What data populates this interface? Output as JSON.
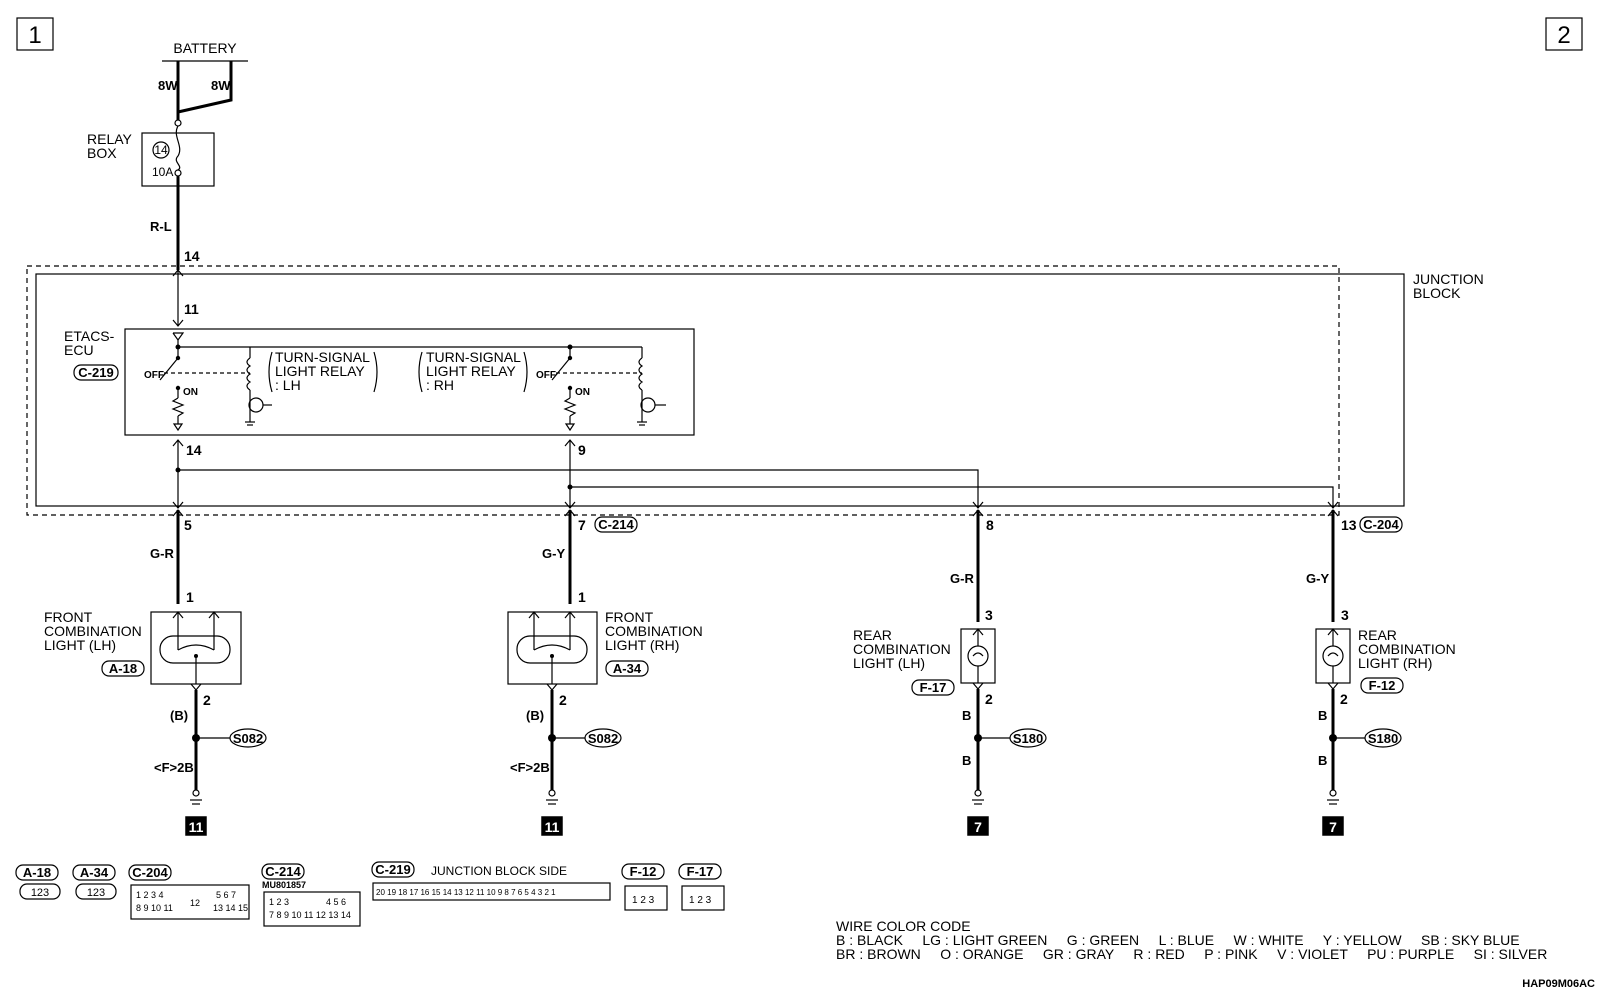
{
  "page_markers": {
    "left": "1",
    "right": "2"
  },
  "battery": {
    "label": "BATTERY",
    "wire_left": "8W",
    "wire_right": "8W"
  },
  "relay_box": {
    "label_line1": "RELAY",
    "label_line2": "BOX",
    "fuse_number": "14",
    "fuse_rating": "10A"
  },
  "feed": {
    "wire_color": "R-L",
    "pin_in": "14",
    "pin_ecu_in": "11"
  },
  "junction_block": {
    "label_line1": "JUNCTION",
    "label_line2": "BLOCK"
  },
  "etacs": {
    "label_line1": "ETACS-",
    "label_line2": "ECU",
    "connector": "C-219",
    "off_left": "OFF",
    "on_left": "ON",
    "off_right": "OFF",
    "on_right": "ON",
    "relay_lh_line1": "TURN-SIGNAL",
    "relay_lh_line2": "LIGHT RELAY",
    "relay_lh_line3": ": LH",
    "relay_rh_line1": "TURN-SIGNAL",
    "relay_rh_line2": "LIGHT RELAY",
    "relay_rh_line3": ": RH",
    "pin_lh": "14",
    "pin_rh": "9"
  },
  "circuits": [
    {
      "pin_jb": "5",
      "jb_connector": "",
      "wire": "G-R",
      "pin_top": "1",
      "name_line1": "FRONT",
      "name_line2": "COMBINATION",
      "name_line3": "LIGHT (LH)",
      "connector": "A-18",
      "pin_bottom": "2",
      "wire_bottom": "(B)",
      "splice": "S082",
      "wire_ground": "<F>2B",
      "ground_ref": "11"
    },
    {
      "pin_jb": "7",
      "jb_connector": "C-214",
      "wire": "G-Y",
      "pin_top": "1",
      "name_line1": "FRONT",
      "name_line2": "COMBINATION",
      "name_line3": "LIGHT (RH)",
      "connector": "A-34",
      "pin_bottom": "2",
      "wire_bottom": "(B)",
      "splice": "S082",
      "wire_ground": "<F>2B",
      "ground_ref": "11"
    },
    {
      "pin_jb": "8",
      "jb_connector": "",
      "wire": "G-R",
      "pin_top": "3",
      "name_line1": "REAR",
      "name_line2": "COMBINATION",
      "name_line3": "LIGHT (LH)",
      "connector": "F-17",
      "pin_bottom": "2",
      "wire_bottom": "B",
      "splice": "S180",
      "wire_ground": "B",
      "ground_ref": "7"
    },
    {
      "pin_jb": "13",
      "jb_connector": "C-204",
      "wire": "G-Y",
      "pin_top": "3",
      "name_line1": "REAR",
      "name_line2": "COMBINATION",
      "name_line3": "LIGHT (RH)",
      "connector": "F-12",
      "pin_bottom": "2",
      "wire_bottom": "B",
      "splice": "S180",
      "wire_ground": "B",
      "ground_ref": "7"
    }
  ],
  "connectors": {
    "a18": "A-18",
    "a34": "A-34",
    "c204": "C-204",
    "c214": "C-214",
    "c214_part": "MU801857",
    "c219": "C-219",
    "c219_side": "JUNCTION BLOCK SIDE",
    "f12": "F-12",
    "f17": "F-17",
    "three_pin_label": "123",
    "c204_pins_row1": "1 2 3 4",
    "c204_pins_mid": "12",
    "c204_pins_row1r": "5 6 7",
    "c204_pins_row2": "8 9 10 11",
    "c204_pins_row2r": "13 14 15",
    "c214_pins_row1": "1 2 3",
    "c214_pins_row1r": "4 5 6",
    "c214_pins_row2": "7 8 9 10 11 12 13 14",
    "c219_pins": "20 19 18 17 16 15 14 13 12 11 10 9 8 7 6 5 4 3 2 1",
    "f_pins": "1 2 3"
  },
  "wire_color_code": {
    "title": "WIRE COLOR CODE",
    "line1": "B : BLACK     LG : LIGHT GREEN     G : GREEN     L : BLUE     W : WHITE     Y : YELLOW     SB : SKY BLUE",
    "line2": "BR : BROWN     O : ORANGE     GR : GRAY     R : RED     P : PINK     V : VIOLET     PU : PURPLE     SI : SILVER"
  },
  "drawing_code": "HAP09M06AC"
}
